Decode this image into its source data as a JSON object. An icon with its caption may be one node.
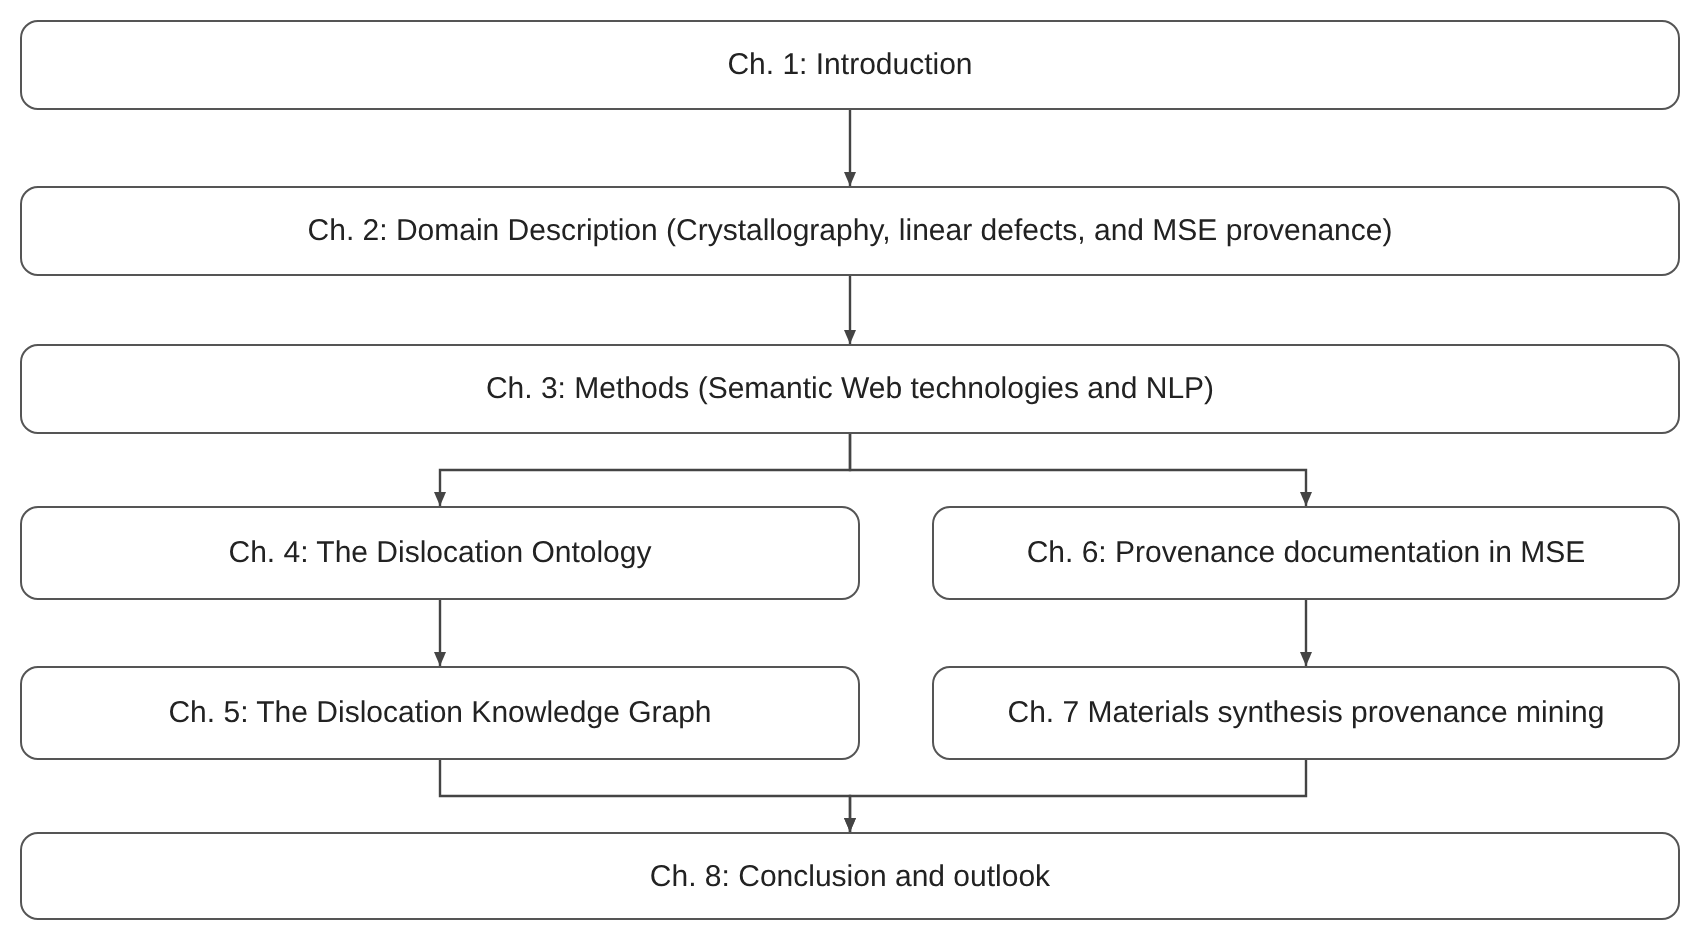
{
  "diagram": {
    "nodes": [
      {
        "text": [
          "Ch. 1: Introduction"
        ]
      },
      {
        "text": [
          "Ch. 2: Domain Description (Crystallography, linear defects, and MSE provenance)"
        ]
      },
      {
        "text": [
          "Ch. 3: Methods (Semantic Web technologies and NLP)"
        ]
      },
      {
        "text": [
          "Ch. 4: The Dislocation Ontology"
        ]
      },
      {
        "text": [
          "Ch. 5: The Dislocation Knowledge Graph"
        ]
      },
      {
        "text": [
          "Ch. 6: Provenance documentation in MSE"
        ]
      },
      {
        "text": [
          "Ch. 7 Materials synthesis provenance mining"
        ]
      },
      {
        "text": [
          "Ch. 8: Conclusion and outlook"
        ]
      }
    ],
    "edges": [
      {
        "from": 0,
        "to": 1,
        "arrow": "to"
      },
      {
        "from": 1,
        "to": 2,
        "arrow": "to"
      },
      {
        "from": 2,
        "to": 3,
        "arrow": "to"
      },
      {
        "from": 2,
        "to": 5,
        "arrow": "to"
      },
      {
        "from": 3,
        "to": 4,
        "arrow": "to"
      },
      {
        "from": 5,
        "to": 6,
        "arrow": "to"
      },
      {
        "from": 4,
        "to": 7,
        "arrow": "to"
      },
      {
        "from": 6,
        "to": 7,
        "arrow": "to"
      }
    ]
  }
}
